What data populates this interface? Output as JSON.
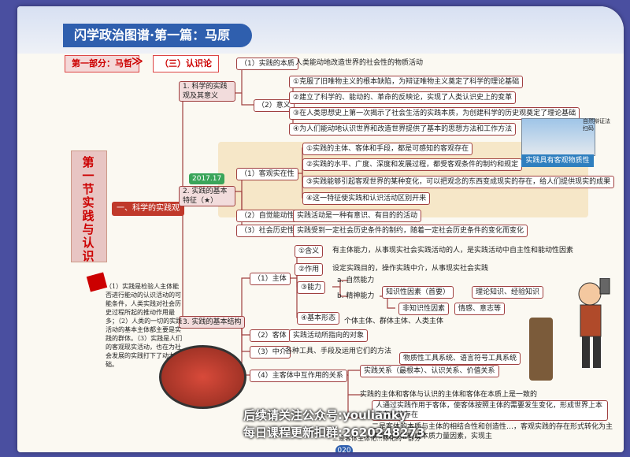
{
  "header": {
    "title": "闪学政治图谱·第一篇：马原"
  },
  "part": {
    "label": "第一部分：马哲",
    "chevron": "≫",
    "sub": "（三）认识论"
  },
  "section": {
    "label": "第一节 实践与认识"
  },
  "branch": {
    "main": "一、科学的实践观"
  },
  "tree": {
    "n1": "1. 科学的实践观及其意义",
    "n1a": "（1）实践的本质",
    "n1a_def": "人类能动地改造世界的社会性的物质活动",
    "n1b": "（2）意义",
    "n1b_1": "①克服了旧唯物主义的根本缺陷，为辩证唯物主义奠定了科学的理论基础",
    "n1b_2": "②建立了科学的、能动的、革命的反映论，实现了人类认识史上的变革",
    "n1b_3": "③在人类思想史上第一次揭示了社会生活的实践本质，为创建科学的历史观奠定了理论基础",
    "n1b_4": "④为人们能动地认识世界和改造世界提供了基本的思想方法和工作方法",
    "n2": "2. 实践的基本特征（★）",
    "year": "2017.17",
    "n2a": "（1）客观实在性",
    "n2a_1": "①实践的主体、客体和手段，都是可感知的客观存在",
    "n2a_2": "②实践的水平、广度、深度和发展过程，都受客观条件的制约和规定",
    "n2a_3": "③实践能够引起客观世界的某种变化，可以把观念的东西变成现实的存在，给人们提供现实的成果",
    "n2a_4": "④这一特征使实践和认识活动区别开来",
    "n2b": "（2）自觉能动性",
    "n2b_1": "实践活动是一种有意识、有目的的活动",
    "n2c": "（3）社会历史性",
    "n2c_1": "实践受到一定社会历史条件的制约，随着一定社会历史条件的变化而变化",
    "n3": "3. 实践的基本结构",
    "n3a": "（1）主体",
    "n3a_1": "①含义",
    "n3a_1d": "有主体能力，从事现实社会实践活动的人，是实践活动中自主性和能动性因素",
    "n3a_2": "②作用",
    "n3a_2d": "设定实践目的，操作实践中介，从事现实社会实践",
    "n3a_3": "③能力",
    "n3a_3a": "a. 自然能力",
    "n3a_3b": "b. 精神能力",
    "n3a_3b1": "知识性因素（首要）",
    "n3a_3b1d": "理论知识、经验知识",
    "n3a_3b2": "非知识性因素",
    "n3a_3b2d": "情感、意志等",
    "n3a_4": "④基本形态",
    "n3a_4d": "个体主体、群体主体、人类主体",
    "n3b": "（2）客体",
    "n3b_1": "实践活动所指向的对象",
    "n3c": "（3）中介",
    "n3c_1": "各种工具、手段及运用它们的方法",
    "n3c_2": "物质性工具系统、语言符号工具系统",
    "n3d": "（4）主客体中互作用的关系",
    "n3d_1": "实践关系（最根本）、认识关系、价值关系",
    "n3d_2": "实践的主体和客体与认识的主体和客体在本质上是一致的",
    "n3d_3": "人通过实践作用于客体，使客体按照主体的需要发生变化，形成世界上本不存在的存在",
    "n3d_4": "二是客体的本质与主体的相结合性和创造性…，客观实践的存在形式转化为主体的生命结构或本质力量因素，实现主",
    "n3d_5": "二是客体主体化…体化的一部分"
  },
  "sidebar": {
    "note": "（1）实践是检验人主体能否进行能动的认识活动的可能条件，人类实践对社会历史过程所起的推动作用最多；（2）人类的一切的实践活动的基本主体都主要是实践的群体。（3）实践是人们的客观现实活动，也在为社会发展的实践打下了动力基础。",
    "train_tag": "实践具有客观物质性",
    "qr_title": "自然辩证法 扫码"
  },
  "watermark": {
    "line1": "后续请关注公众号:youlianky",
    "line2": "每日课程更新扣群:2620248273"
  },
  "page_number": "020"
}
